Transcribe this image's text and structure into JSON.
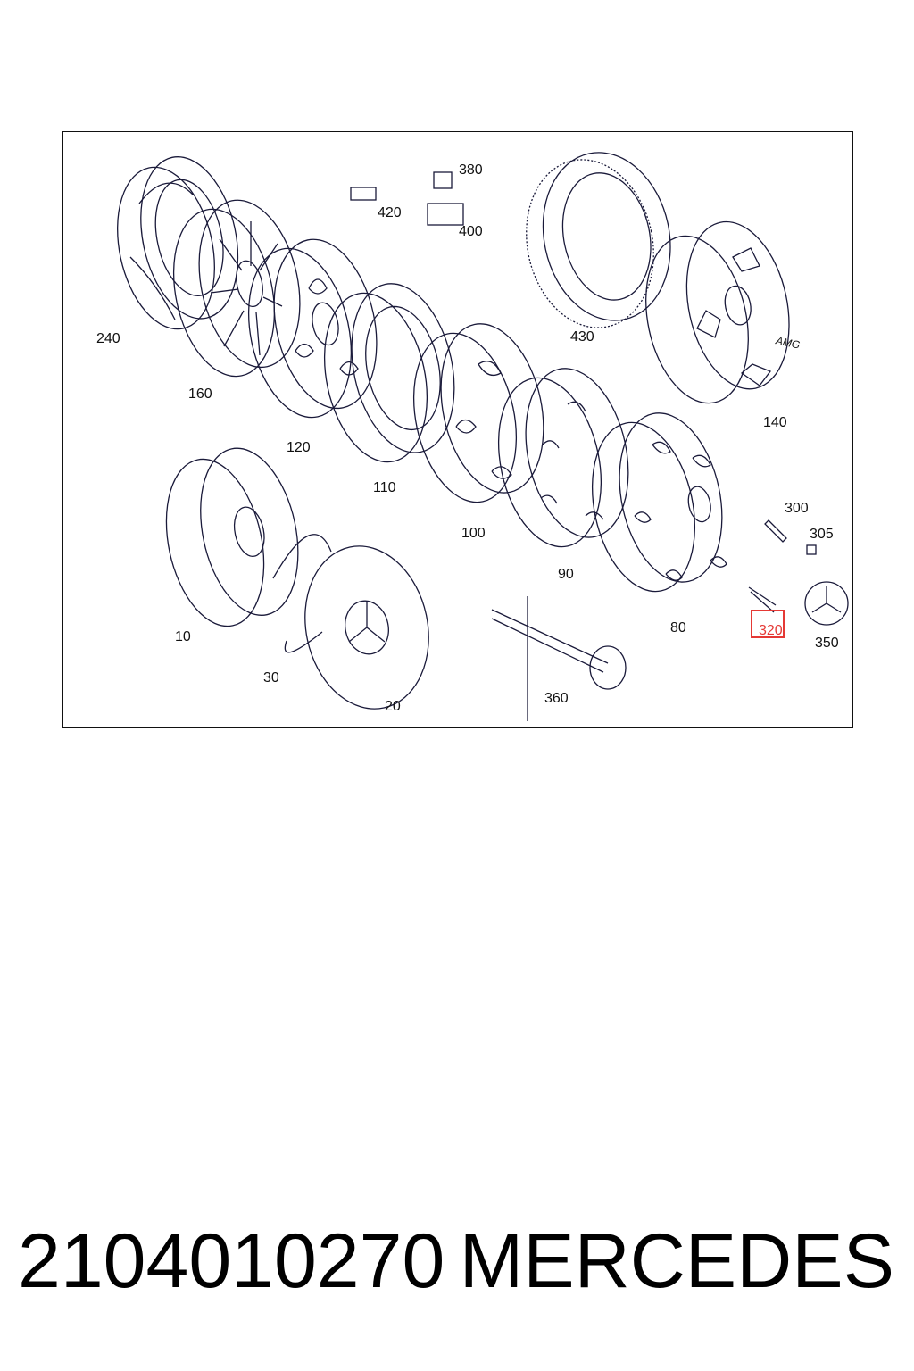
{
  "part_labels": [
    "240",
    "160",
    "120",
    "110",
    "100",
    "90",
    "80",
    "140",
    "430",
    "420",
    "380",
    "400",
    "10",
    "30",
    "20",
    "360",
    "300",
    "305",
    "320",
    "350"
  ],
  "highlighted_label": "320",
  "highlight_color": "#e53935",
  "caption": {
    "part_number": "2104010270",
    "brand": "MERCEDES"
  },
  "badge_text": "AMG"
}
